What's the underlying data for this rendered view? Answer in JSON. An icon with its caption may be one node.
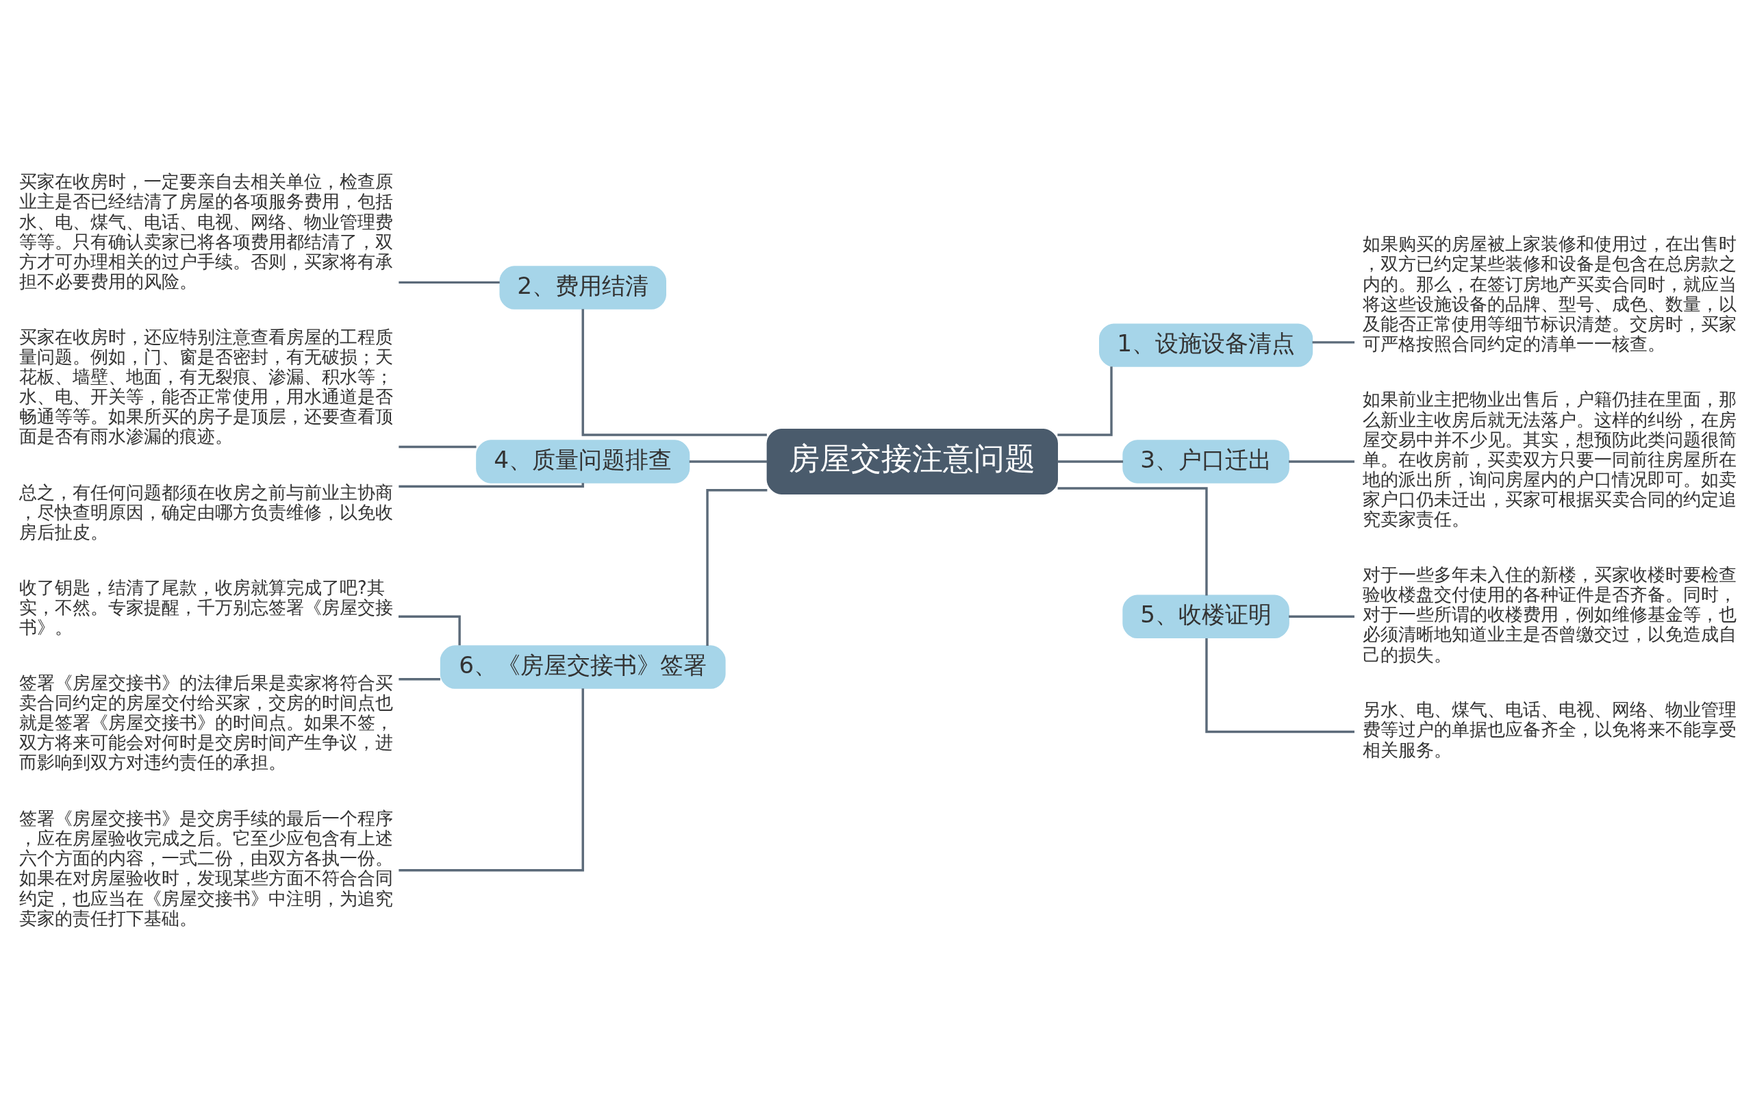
{
  "diagram": {
    "nodes": [
      {
        "text": [
          "房屋交接注意问题"
        ]
      },
      {
        "text": [
          "1、设施设备清点"
        ]
      },
      {
        "text": [
          "如果购买的房屋被上家装修和使用过，在出售时，双方已约定某些装修和设备是包含在总房款之内的。那么，在签订房地产买卖合同时，就应当将这些设施设备的品牌、型号、成色、数量，以及能否正常使用等细节标识清楚。交房时，买家可严格按照合同约定的清单一一核查。"
        ]
      },
      {
        "text": [
          "2、费用结清"
        ]
      },
      {
        "text": [
          "买家在收房时，一定要亲自去相关单位，检查原业主是否已经结清了房屋的各项服务费用，包括水、电、煤气、电话、电视、网络、物业管理费等等。只有确认卖家已将各项费用都结清了，双方才可办理相关的过户手续。否则，买家将有承担不必要费用的风险。"
        ]
      },
      {
        "text": [
          "3、户口迁出"
        ]
      },
      {
        "text": [
          "如果前业主把物业出售后，户籍仍挂在里面，那么新业主收房后就无法落户。这样的纠纷，在房屋交易中并不少见。其实，想预防此类问题很简单。在收房前，买卖双方只要一同前往房屋所在地的派出所，询问房屋内的户口情况即可。如卖家户口仍未迁出，买家可根据买卖合同的约定追究卖家责任。"
        ]
      },
      {
        "text": [
          "4、质量问题排查"
        ]
      },
      {
        "text": [
          "买家在收房时，还应特别注意查看房屋的工程质量问题。例如，门、窗是否密封，有无破损；天花板、墙壁、地面，有无裂痕、渗漏、积水等；水、电、开关等，能否正常使用，用水通道是否畅通等等。如果所买的房子是顶层，还要查看顶面是否有雨水渗漏的痕迹。"
        ]
      },
      {
        "text": [
          "总之，有任何问题都须在收房之前与前业主协商，尽快查明原因，确定由哪方负责维修，以免收房后扯皮。"
        ]
      },
      {
        "text": [
          "5、收楼证明"
        ]
      },
      {
        "text": [
          "对于一些多年未入住的新楼，买家收楼时要检查验收楼盘交付使用的各种证件是否齐备。同时，对于一些所谓的收楼费用，例如维修基金等，也必须清晰地知道业主是否曾缴交过，以免造成自己的损失。"
        ]
      },
      {
        "text": [
          "另水、电、煤气、电话、电视、网络、物业管理费等过户的单据也应备齐全，以免将来不能享受相关服务。"
        ]
      },
      {
        "text": [
          "6、《房屋交接书》签署"
        ]
      },
      {
        "text": [
          "收了钥匙，结清了尾款，收房就算完成了吧?其实，不然。专家提醒，千万别忘签署《房屋交接书》。"
        ]
      },
      {
        "text": [
          "签署《房屋交接书》的法律后果是卖家将符合买卖合同约定的房屋交付给买家，交房的时间点也就是签署《房屋交接书》的时间点。如果不签，双方将来可能会对何时是交房时间产生争议，进而影响到双方对违约责任的承担。"
        ]
      },
      {
        "text": [
          "签署《房屋交接书》是交房手续的最后一个程序，应在房屋验收完成之后。它至少应包含有上述六个方面的内容，一式二份，由双方各执一份。如果在对房屋验收时，发现某些方面不符合合同约定，也应当在《房屋交接书》中注明，为追究卖家的责任打下基础。"
        ]
      }
    ],
    "edges": [
      {
        "from": 0,
        "to": 1,
        "arrow": "none"
      },
      {
        "from": 1,
        "to": 2,
        "arrow": "none"
      },
      {
        "from": 0,
        "to": 3,
        "arrow": "none"
      },
      {
        "from": 3,
        "to": 4,
        "arrow": "none"
      },
      {
        "from": 0,
        "to": 5,
        "arrow": "none"
      },
      {
        "from": 5,
        "to": 6,
        "arrow": "none"
      },
      {
        "from": 0,
        "to": 7,
        "arrow": "none"
      },
      {
        "from": 7,
        "to": 8,
        "arrow": "none"
      },
      {
        "from": 7,
        "to": 9,
        "arrow": "none"
      },
      {
        "from": 0,
        "to": 10,
        "arrow": "none"
      },
      {
        "from": 10,
        "to": 11,
        "arrow": "none"
      },
      {
        "from": 10,
        "to": 12,
        "arrow": "none"
      },
      {
        "from": 0,
        "to": 13,
        "arrow": "none"
      },
      {
        "from": 13,
        "to": 14,
        "arrow": "none"
      },
      {
        "from": 13,
        "to": 15,
        "arrow": "none"
      },
      {
        "from": 13,
        "to": 16,
        "arrow": "none"
      }
    ]
  }
}
